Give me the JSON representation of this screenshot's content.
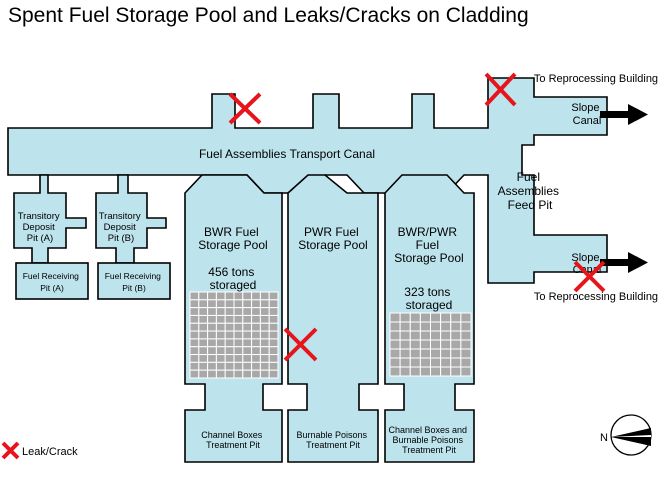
{
  "title": "Spent Fuel Storage Pool and Leaks/Cracks on Cladding",
  "labels": {
    "transport_canal": "Fuel Assemblies Transport Canal",
    "feed_pit": [
      "Fuel",
      "Assemblies",
      "Feed Pit"
    ],
    "slope_canal_top": [
      "Slope",
      "Canal"
    ],
    "slope_canal_bottom": [
      "Slope",
      "Canal"
    ],
    "to_reprocessing_top": "To Reprocessing Building",
    "to_reprocessing_bottom": "To Reprocessing Building",
    "transitory_a": [
      "Transitory",
      "Deposit",
      "Pit (A)"
    ],
    "transitory_b": [
      "Transitory",
      "Deposit",
      "Pit (B)"
    ],
    "receiving_a": [
      "Fuel Receiving",
      "Pit (A)"
    ],
    "receiving_b": [
      "Fuel Receiving",
      "Pit (B)"
    ],
    "bwr_pool": [
      "BWR Fuel",
      "Storage Pool"
    ],
    "bwr_amount": [
      "456 tons",
      "storaged"
    ],
    "pwr_pool": [
      "PWR Fuel",
      "Storage Pool"
    ],
    "bwr_pwr_pool": [
      "BWR/PWR",
      "Fuel",
      "Storage Pool"
    ],
    "bwr_pwr_amount": [
      "323 tons",
      "storaged"
    ],
    "channel_boxes_pit": [
      "Channel Boxes",
      "Treatment Pit"
    ],
    "burnable_poisons_pit": [
      "Burnable Poisons",
      "Treatment Pit"
    ],
    "combined_pit": [
      "Channel Boxes and",
      "Burnable Poisons",
      "Treatment Pit"
    ],
    "legend_leak": "Leak/Crack",
    "compass_north": "N"
  },
  "colors": {
    "water": "#bde3ec",
    "leak_mark": "#e8141b",
    "fuel_grid": "#a8a8a8"
  },
  "fuel_grids": {
    "bwr": {
      "rows": 11,
      "cols": 10
    },
    "bwr_pwr": {
      "rows": 7,
      "cols": 8
    }
  },
  "leak_count": 4
}
